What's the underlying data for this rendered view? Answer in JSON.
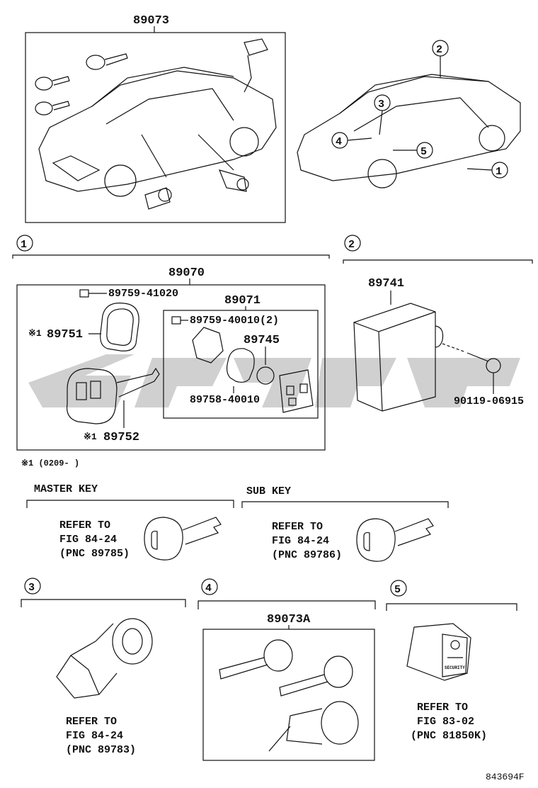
{
  "diagram": {
    "top_assembly": "89073",
    "callouts": [
      "1",
      "2",
      "3",
      "4",
      "5"
    ],
    "section1": {
      "callout": "1",
      "assembly": "89070",
      "parts": {
        "screw_a": "89759-41020",
        "cover": "89751",
        "key": "89752",
        "sub_assembly": "89071",
        "screw_b": "89759-40010(2)",
        "battery": "89745",
        "board": "89758-40010"
      },
      "note_mark": "※1",
      "footnote": "※1 (0209-        )"
    },
    "section2": {
      "callout": "2",
      "part": "89741",
      "bolt": "90119-06915"
    },
    "master_key": {
      "title": "MASTER KEY",
      "line1": "REFER TO",
      "line2": "FIG 84-24",
      "line3": "(PNC 89785)"
    },
    "sub_key": {
      "title": "SUB KEY",
      "line1": "REFER TO",
      "line2": "FIG 84-24",
      "line3": "(PNC 89786)"
    },
    "section3": {
      "callout": "3",
      "line1": "REFER TO",
      "line2": "FIG 84-24",
      "line3": "(PNC 89783)"
    },
    "section4": {
      "callout": "4",
      "assembly": "89073A"
    },
    "section5": {
      "callout": "5",
      "line1": "REFER TO",
      "line2": "FIG 83-02",
      "line3": "(PNC 81850K)",
      "switch_text": "SECURITY"
    },
    "figure_code": "843694F"
  },
  "colors": {
    "line": "#111111",
    "watermark": "#c8c8c8"
  }
}
